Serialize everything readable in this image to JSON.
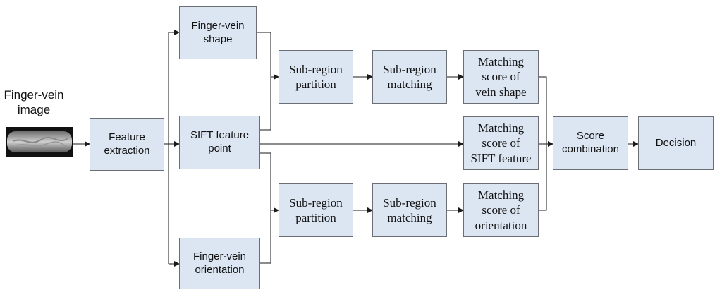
{
  "input": {
    "label_line1": "Finger-vein",
    "label_line2": "image"
  },
  "nodes": {
    "feature_extraction": [
      "Feature",
      "extraction"
    ],
    "finger_vein_shape": [
      "Finger-vein",
      "shape"
    ],
    "sift_feature_point": [
      "SIFT feature",
      "point"
    ],
    "finger_vein_orientation": [
      "Finger-vein",
      "orientation"
    ],
    "partition_top": [
      "Sub-region",
      "partition"
    ],
    "matching_top": [
      "Sub-region",
      "matching"
    ],
    "score_vein_shape": [
      "Matching",
      "score of",
      "vein shape"
    ],
    "score_sift": [
      "Matching",
      "score of",
      "SIFT feature"
    ],
    "partition_bottom": [
      "Sub-region",
      "partition"
    ],
    "matching_bottom": [
      "Sub-region",
      "matching"
    ],
    "score_orientation": [
      "Matching",
      "score of",
      "orientation"
    ],
    "score_combination": [
      "Score",
      "combination"
    ],
    "decision": [
      "Decision"
    ]
  },
  "colors": {
    "box_fill": "#dce6f2",
    "box_border": "#6b6f75",
    "line": "#1a1a1a"
  }
}
